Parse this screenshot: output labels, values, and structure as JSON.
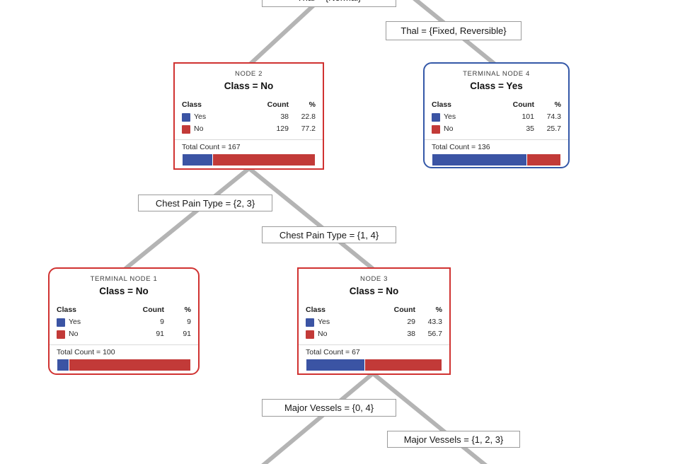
{
  "colors": {
    "yes_blue": "#3b54a4",
    "no_red": "#c23a38",
    "border_red": "#d03231",
    "border_blue": "#3458a8",
    "edge_gray": "#b4b4b4"
  },
  "headers": {
    "class": "Class",
    "count": "Count",
    "pct": "%"
  },
  "branch_labels": [
    {
      "text": "Thal = {Normal}"
    },
    {
      "text": "Thal = {Fixed, Reversible}"
    },
    {
      "text": "Chest Pain Type = {2, 3}"
    },
    {
      "text": "Chest Pain Type = {1, 4}"
    },
    {
      "text": "Major Vessels = {0, 4}"
    },
    {
      "text": "Major Vessels = {1, 2, 3}"
    }
  ],
  "nodes": [
    {
      "title": "NODE 2",
      "class_label": "Class = No",
      "rows": [
        {
          "label": "Yes",
          "count": "38",
          "pct": "22.8"
        },
        {
          "label": "No",
          "count": "129",
          "pct": "77.2"
        }
      ],
      "total": "Total Count = 167",
      "yes_pct": 22.8
    },
    {
      "title": "TERMINAL NODE 4",
      "class_label": "Class = Yes",
      "rows": [
        {
          "label": "Yes",
          "count": "101",
          "pct": "74.3"
        },
        {
          "label": "No",
          "count": "35",
          "pct": "25.7"
        }
      ],
      "total": "Total Count = 136",
      "yes_pct": 74.3
    },
    {
      "title": "TERMINAL NODE 1",
      "class_label": "Class = No",
      "rows": [
        {
          "label": "Yes",
          "count": "9",
          "pct": "9"
        },
        {
          "label": "No",
          "count": "91",
          "pct": "91"
        }
      ],
      "total": "Total Count = 100",
      "yes_pct": 9
    },
    {
      "title": "NODE 3",
      "class_label": "Class = No",
      "rows": [
        {
          "label": "Yes",
          "count": "29",
          "pct": "43.3"
        },
        {
          "label": "No",
          "count": "38",
          "pct": "56.7"
        }
      ],
      "total": "Total Count = 67",
      "yes_pct": 43.3
    }
  ]
}
